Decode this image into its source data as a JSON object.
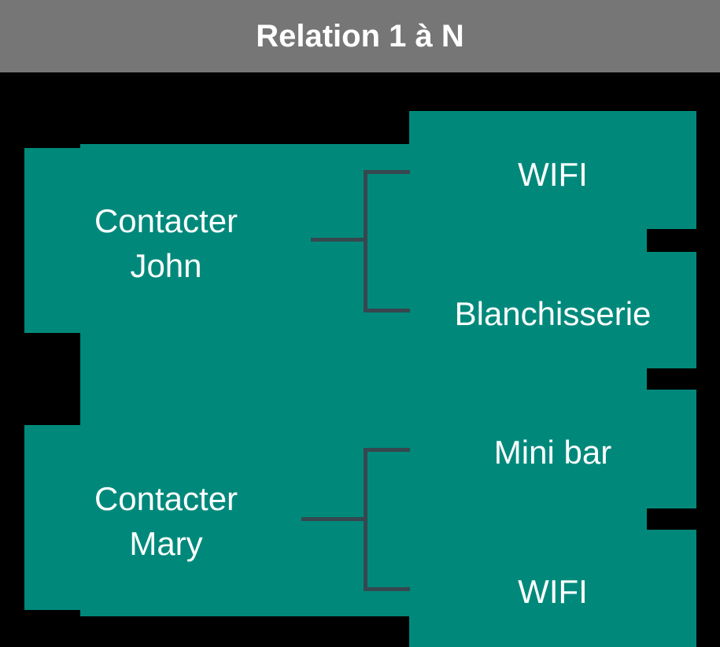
{
  "header": {
    "title": "Relation 1 à N"
  },
  "colors": {
    "header_bg": "#767676",
    "background": "#000000",
    "shape_teal": "#00897B",
    "text": "#ffffff",
    "connector": "#37474F"
  },
  "diagram": {
    "left_nodes": [
      {
        "id": "contacter-john",
        "label": "Contacter\nJohn"
      },
      {
        "id": "contacter-mary",
        "label": "Contacter\nMary"
      }
    ],
    "right_nodes": [
      {
        "id": "wifi-1",
        "label": "WIFI",
        "parent": "contacter-john"
      },
      {
        "id": "blanchisserie",
        "label": "Blanchisserie",
        "parent": "contacter-john"
      },
      {
        "id": "mini-bar",
        "label": "Mini bar",
        "parent": "contacter-mary"
      },
      {
        "id": "wifi-2",
        "label": "WIFI",
        "parent": "contacter-mary"
      }
    ],
    "connectors": [
      {
        "id": "bracket-john",
        "from": "contacter-john",
        "to": [
          "wifi-1",
          "blanchisserie"
        ]
      },
      {
        "id": "bracket-mary",
        "from": "contacter-mary",
        "to": [
          "mini-bar",
          "wifi-2"
        ]
      }
    ]
  }
}
